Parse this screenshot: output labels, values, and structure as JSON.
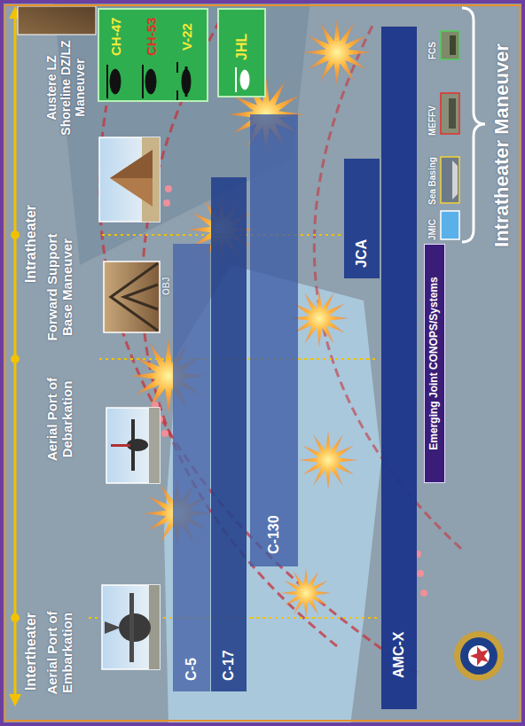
{
  "diagram": {
    "nodes": [
      {
        "text": [
          "C-5"
        ]
      },
      {
        "text": [
          "C-17"
        ]
      },
      {
        "text": [
          "C-130"
        ]
      },
      {
        "text": [
          "JCA"
        ]
      },
      {
        "text": [
          "AMC-X"
        ]
      },
      {
        "text": [
          "Emerging Joint CONOPS/Systems"
        ]
      },
      {
        "text": [
          "CH-47",
          "CH-53",
          "V-22"
        ]
      },
      {
        "text": [
          "JHL"
        ]
      }
    ],
    "labels": [
      "Intertheater",
      "Aerial Port of Embarkation",
      "Aerial Port of Debarkation",
      "Intratheater",
      "Forward Support Base Maneuver",
      "Austere LZ Shoreline DZ/LZ Maneuver",
      "OBJ",
      "JMIC",
      "Sea Basing",
      "MEFFV",
      "FCS",
      "Intratheater Maneuver"
    ]
  }
}
